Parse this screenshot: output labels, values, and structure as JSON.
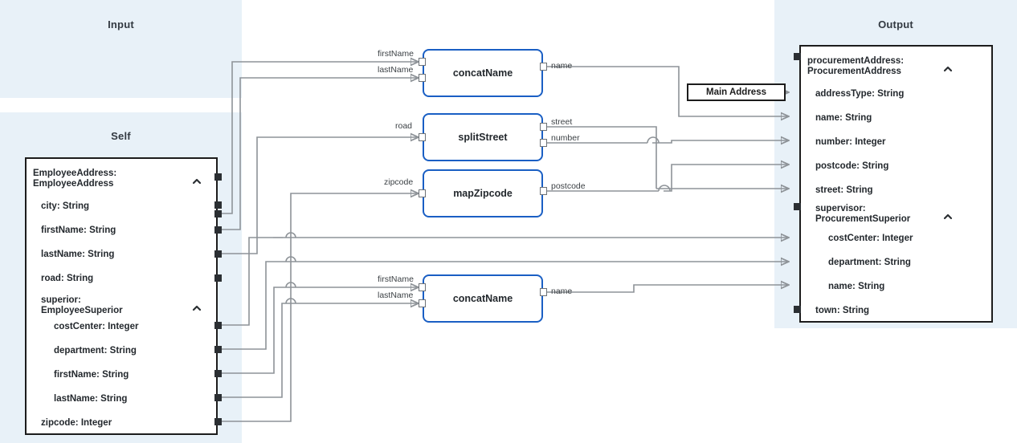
{
  "panels": [
    {
      "key": "input",
      "title": "Input"
    },
    {
      "key": "self",
      "title": "Self"
    },
    {
      "key": "output",
      "title": "Output"
    }
  ],
  "colors": {
    "panel_bg": "#e8f1f8",
    "canvas_bg": "#ffffff",
    "function_border": "#1a5fc4",
    "schema_border": "#1c1c1c",
    "wire": "#8e9398",
    "text": "#23282d",
    "port": "#2b2f33"
  },
  "self_node": {
    "name": "self-schema-node",
    "rows": [
      {
        "label": "EmployeeAddress:\nEmployeeAddress",
        "indent": 0,
        "chevron": "chevron-up-icon",
        "port": true
      },
      {
        "label": "city: String",
        "indent": 1,
        "chevron": null,
        "port": true
      },
      {
        "label": "firstName: String",
        "indent": 1,
        "chevron": null,
        "port": true
      },
      {
        "label": "lastName: String",
        "indent": 1,
        "chevron": null,
        "port": true
      },
      {
        "label": "road: String",
        "indent": 1,
        "chevron": null,
        "port": true
      },
      {
        "label": "superior:\nEmployeeSuperior",
        "indent": 1,
        "chevron": "chevron-up-icon",
        "port": true
      },
      {
        "label": "costCenter: Integer",
        "indent": 2,
        "chevron": null,
        "port": true
      },
      {
        "label": "department: String",
        "indent": 2,
        "chevron": null,
        "port": true
      },
      {
        "label": "firstName: String",
        "indent": 2,
        "chevron": null,
        "port": true
      },
      {
        "label": "lastName: String",
        "indent": 2,
        "chevron": null,
        "port": true
      },
      {
        "label": "zipcode: Integer",
        "indent": 1,
        "chevron": null,
        "port": true
      }
    ]
  },
  "output_node": {
    "name": "output-schema-node",
    "rows": [
      {
        "label": "procurementAddress:\nProcurementAddress",
        "indent": 0,
        "chevron": "chevron-up-icon",
        "port": "square"
      },
      {
        "label": "addressType: String",
        "indent": 1,
        "chevron": null,
        "port": "arrow"
      },
      {
        "label": "name: String",
        "indent": 1,
        "chevron": null,
        "port": "arrow"
      },
      {
        "label": "number: Integer",
        "indent": 1,
        "chevron": null,
        "port": "arrow"
      },
      {
        "label": "postcode: String",
        "indent": 1,
        "chevron": null,
        "port": "arrow"
      },
      {
        "label": "street: String",
        "indent": 1,
        "chevron": null,
        "port": "arrow"
      },
      {
        "label": "supervisor:\nProcurementSuperior",
        "indent": 1,
        "chevron": "chevron-up-icon",
        "port": "square"
      },
      {
        "label": "costCenter: Integer",
        "indent": 2,
        "chevron": null,
        "port": "arrow"
      },
      {
        "label": "department: String",
        "indent": 2,
        "chevron": null,
        "port": "arrow"
      },
      {
        "label": "name: String",
        "indent": 2,
        "chevron": null,
        "port": "arrow"
      },
      {
        "label": "town: String",
        "indent": 1,
        "chevron": null,
        "port": "square"
      }
    ]
  },
  "function_nodes": [
    {
      "id": "fn1",
      "title": "concatName",
      "inputs": [
        "firstName",
        "lastName"
      ],
      "outputs": [
        "name"
      ]
    },
    {
      "id": "fn2",
      "title": "splitStreet",
      "inputs": [
        "road"
      ],
      "outputs": [
        "street",
        "number"
      ]
    },
    {
      "id": "fn3",
      "title": "mapZipcode",
      "inputs": [
        "zipcode"
      ],
      "outputs": [
        "postcode"
      ]
    },
    {
      "id": "fn4",
      "title": "concatName",
      "inputs": [
        "firstName",
        "lastName"
      ],
      "outputs": [
        "name"
      ]
    }
  ],
  "constants": [
    {
      "id": "const1",
      "label": "Main Address",
      "name": "constant-main-address"
    }
  ]
}
